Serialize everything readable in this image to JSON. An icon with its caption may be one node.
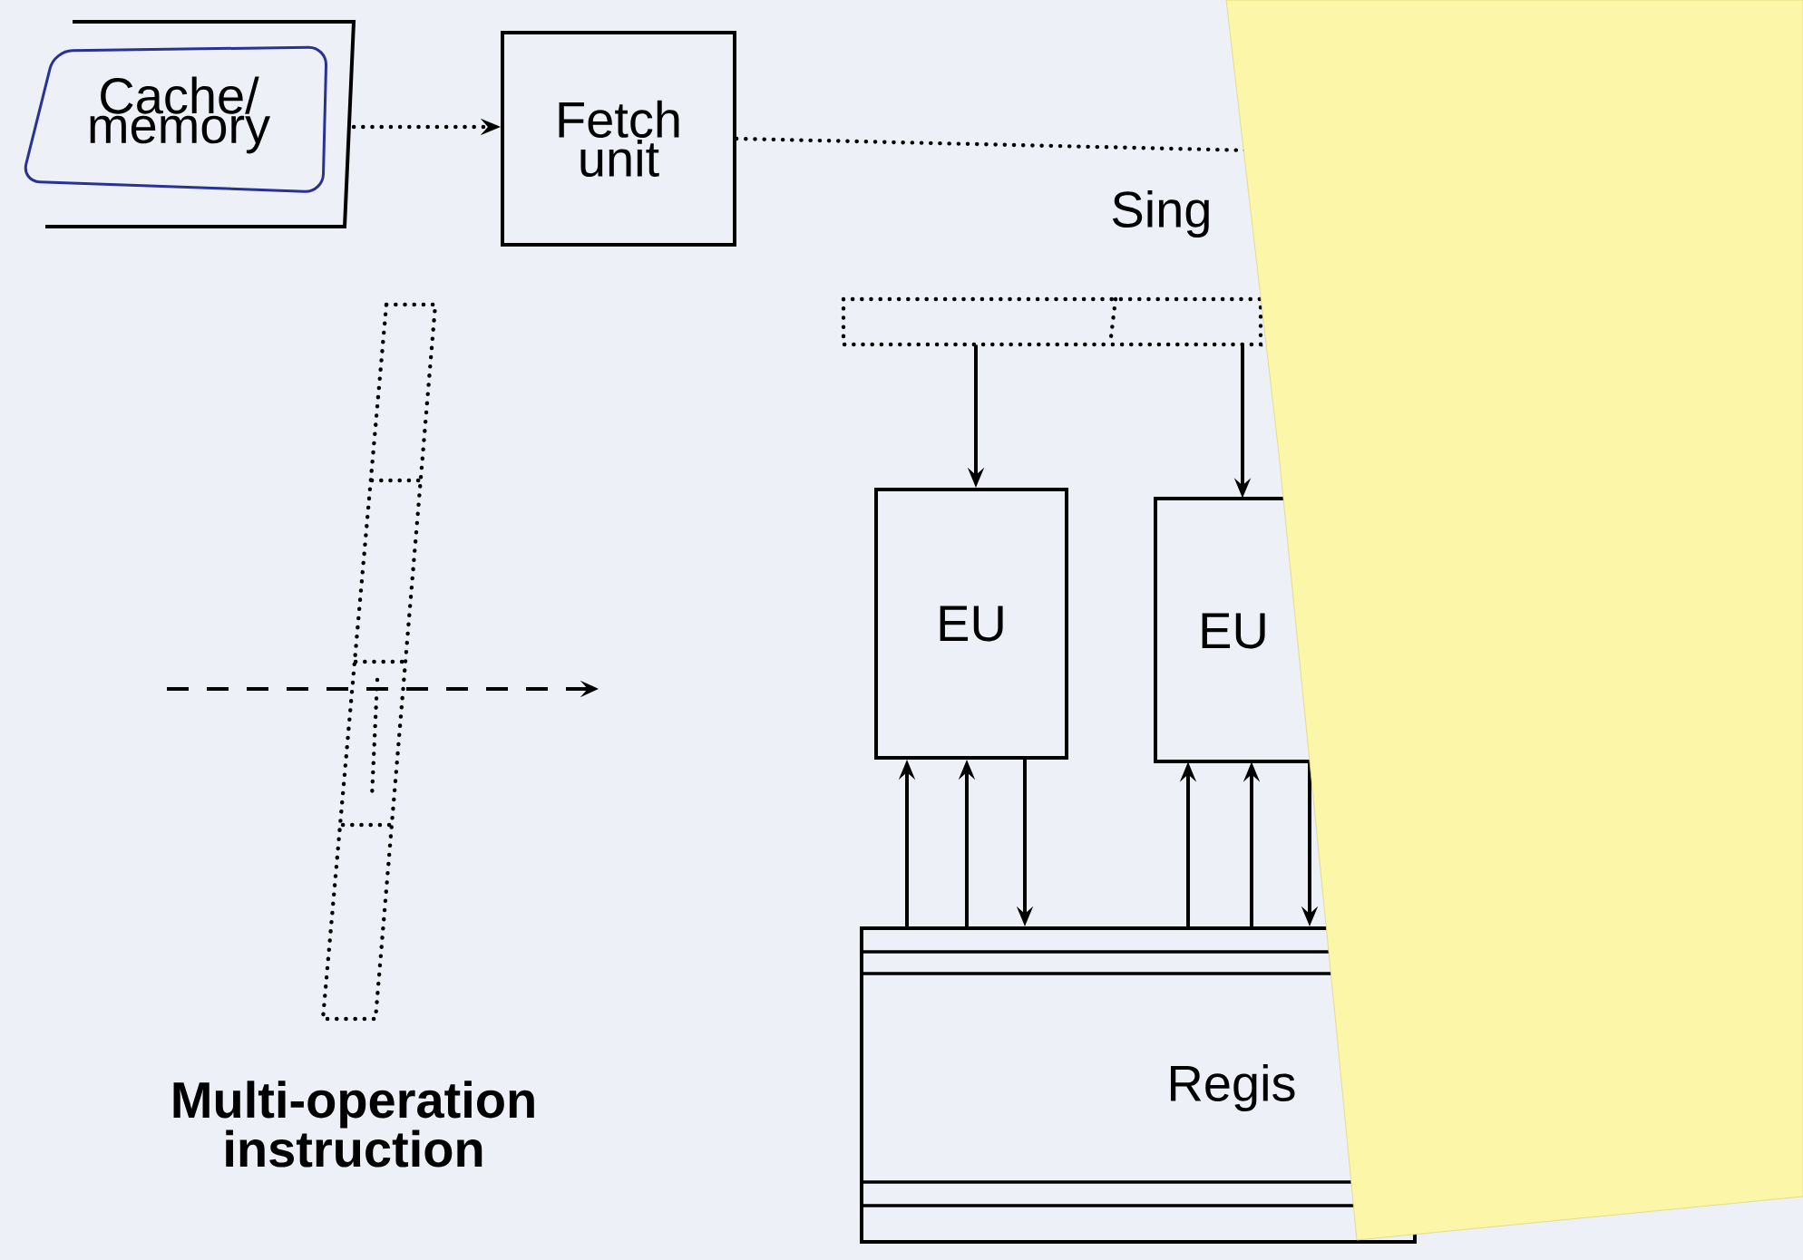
{
  "diagram": {
    "nodes": [
      {
        "text": [
          "Cache/ memory"
        ]
      },
      {
        "text": [
          "Fetch unit"
        ]
      },
      {
        "text": [],
        "shape": "box"
      },
      {
        "text": [
          "EU"
        ]
      },
      {
        "text": [
          "EU"
        ]
      },
      {
        "text": [
          "Regis"
        ]
      },
      {
        "text": [
          "Multi-operation instruction"
        ]
      }
    ],
    "edges": [
      {
        "from": 0,
        "to": 1,
        "arrow": "to",
        "style": "dashed"
      },
      {
        "from": 1,
        "to": null,
        "arrow": "none",
        "style": "dashed"
      },
      {
        "from": 2,
        "to": 3,
        "arrow": "to"
      },
      {
        "from": 2,
        "to": 4,
        "arrow": "to"
      },
      {
        "from": 5,
        "to": 3,
        "arrow": "to"
      },
      {
        "from": 5,
        "to": 3,
        "arrow": "to"
      },
      {
        "from": 3,
        "to": 5,
        "arrow": "to"
      },
      {
        "from": 5,
        "to": 4,
        "arrow": "to"
      },
      {
        "from": 5,
        "to": 4,
        "arrow": "to"
      },
      {
        "from": 4,
        "to": 5,
        "arrow": "to"
      }
    ],
    "labels": [
      "Sing"
    ]
  }
}
